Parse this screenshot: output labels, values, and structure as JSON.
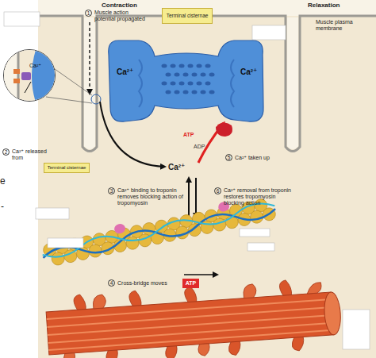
{
  "diagram": {
    "nodes": [
      {
        "text": [
          "Ca²⁺"
        ]
      },
      {
        "text": [
          "Ca²⁺",
          "Ca²⁺"
        ]
      },
      {
        "text": [
          "Terminal cisternae"
        ]
      },
      {
        "text": [
          "Terminal cisternae"
        ]
      },
      {
        "text": [
          "ATP"
        ]
      }
    ],
    "labels": [
      "Contraction",
      "Relaxation",
      "1",
      "Muscle action potential propagated",
      "Muscle plasma membrane",
      "ATP",
      "ADP",
      "5",
      "Ca²⁺ taken up",
      "2",
      "Ca²⁺ released from",
      "Ca²⁺",
      "3",
      "Ca²⁺ binding to troponin removes blocking action of tropomyosin",
      "6",
      "Ca²⁺ removal from troponin restores tropomyosin blocking action",
      "4",
      "Cross-bridge moves",
      "e",
      "-"
    ]
  }
}
